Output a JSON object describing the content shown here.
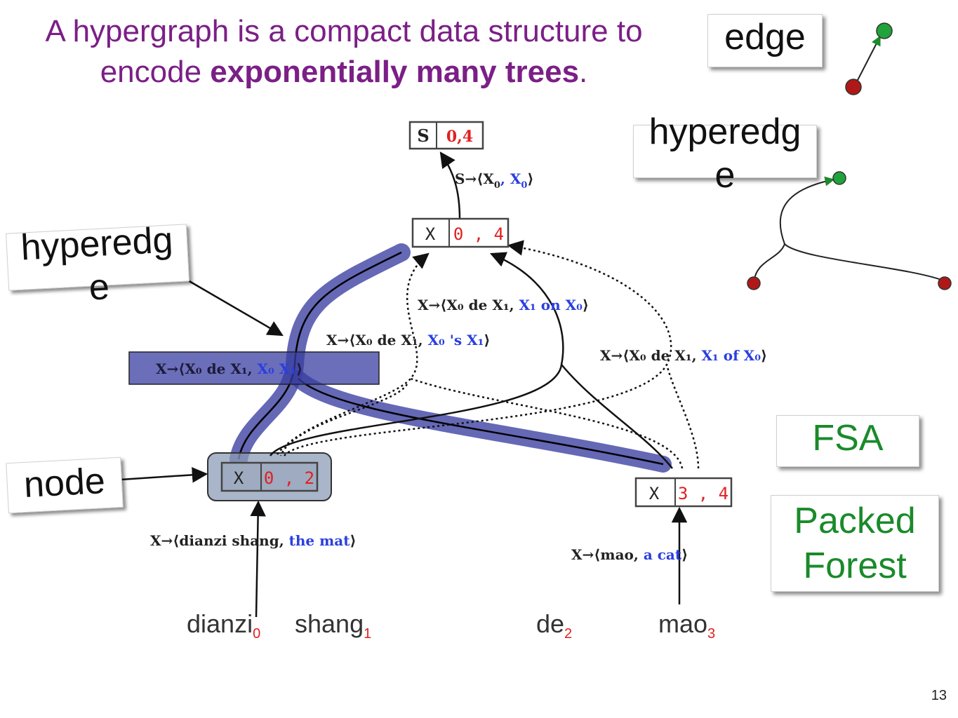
{
  "title": {
    "line1": "A hypergraph is a compact data structure  to",
    "line2_pre": "encode ",
    "line2_bold": "exponentially many trees",
    "line2_post": "."
  },
  "callouts": {
    "edge": "edge",
    "hyperedge_top": "hyperedg e",
    "hyperedge_left": "hyperedg e",
    "node": "node",
    "fsa": "FSA",
    "packed_forest": "Packed Forest"
  },
  "nodes": {
    "s04": {
      "label": "S",
      "span": "0,4"
    },
    "x04": {
      "label": "X",
      "span": "0 , 4"
    },
    "x02": {
      "label": "X",
      "span": "0 , 2"
    },
    "x34": {
      "label": "X",
      "span": "3 , 4"
    }
  },
  "rules": {
    "s_rule": {
      "lhs": "S→⟨X",
      "sub0": "0",
      "mid": ", X",
      "sub1": "0",
      "end": "⟩"
    },
    "r_on": {
      "black": "X→⟨X₀ de X₁, ",
      "blue": "X₁ on X₀",
      "end": "⟩"
    },
    "r_s": {
      "black": "X→⟨X₀ de X₁, ",
      "blue": "X₀ 's X₁",
      "end": "⟩"
    },
    "r_of": {
      "black": "X→⟨X₀ de X₁, ",
      "blue": "X₁ of X₀",
      "end": "⟩"
    },
    "r_hl": {
      "black": "X→⟨X₀ de X₁, ",
      "blue": "X₀ X₁",
      "end": "⟩"
    },
    "r_dianzi": {
      "black": "X→⟨dianzi shang, ",
      "blue": "the mat",
      "end": "⟩"
    },
    "r_mao": {
      "black": "X→⟨mao, ",
      "blue": "a cat",
      "end": "⟩"
    }
  },
  "words": [
    {
      "text": "dianzi",
      "sub": "0"
    },
    {
      "text": "shang",
      "sub": "1"
    },
    {
      "text": "de",
      "sub": "2"
    },
    {
      "text": "mao",
      "sub": "3"
    }
  ],
  "slide_number": "13",
  "colors": {
    "title": "#7b1f86",
    "highlight": "#3a3ea0",
    "red_node": "#b01818",
    "green_node": "#1fa33a",
    "span_red": "#e02020",
    "rule_blue": "#2a3fe0",
    "callout_green": "#1a8a2a"
  }
}
